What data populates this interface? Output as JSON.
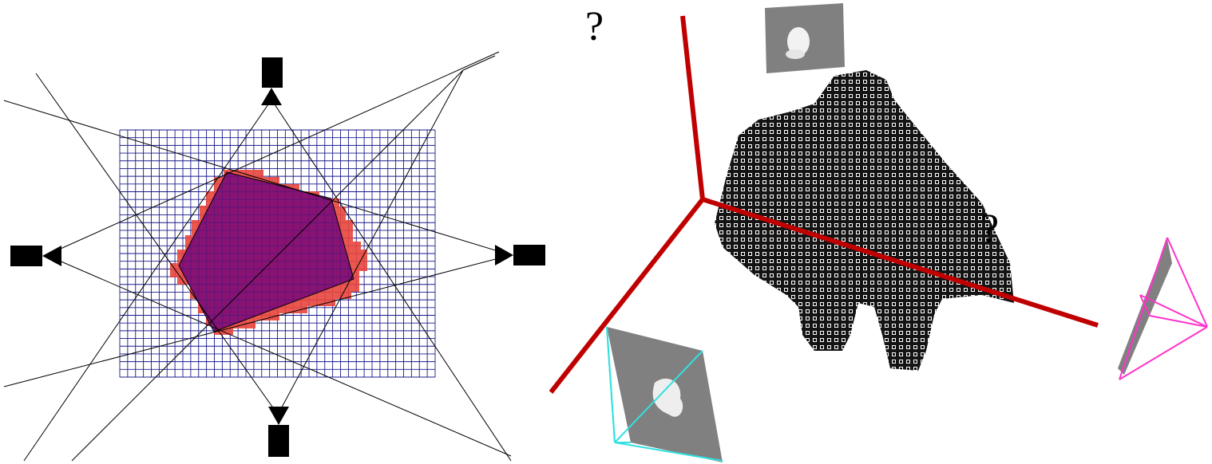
{
  "left_panel": {
    "description_visible": false,
    "grid": {
      "cols": 40,
      "rows": 32,
      "color": "#1a1a8c"
    },
    "colors": {
      "voxel_fill": "#e8453c",
      "polygon_fill": "#8b0a6a",
      "camera": "#000000",
      "ray": "#000000"
    },
    "cameras": [
      "camera-top-icon",
      "camera-left-icon",
      "camera-right-icon",
      "camera-bottom-icon"
    ]
  },
  "right_panel": {
    "labels": {
      "q_top": "?",
      "q_right": "?"
    },
    "colors": {
      "axis": "#c00000",
      "frustum_cyan": "#33e0e0",
      "frustum_magenta": "#ff33cc",
      "image_plane": "#808080",
      "voxels": "#111111"
    },
    "icons": [
      "gorilla-voxel-model",
      "image-plane-top",
      "image-plane-bottom-left",
      "image-plane-right"
    ]
  }
}
